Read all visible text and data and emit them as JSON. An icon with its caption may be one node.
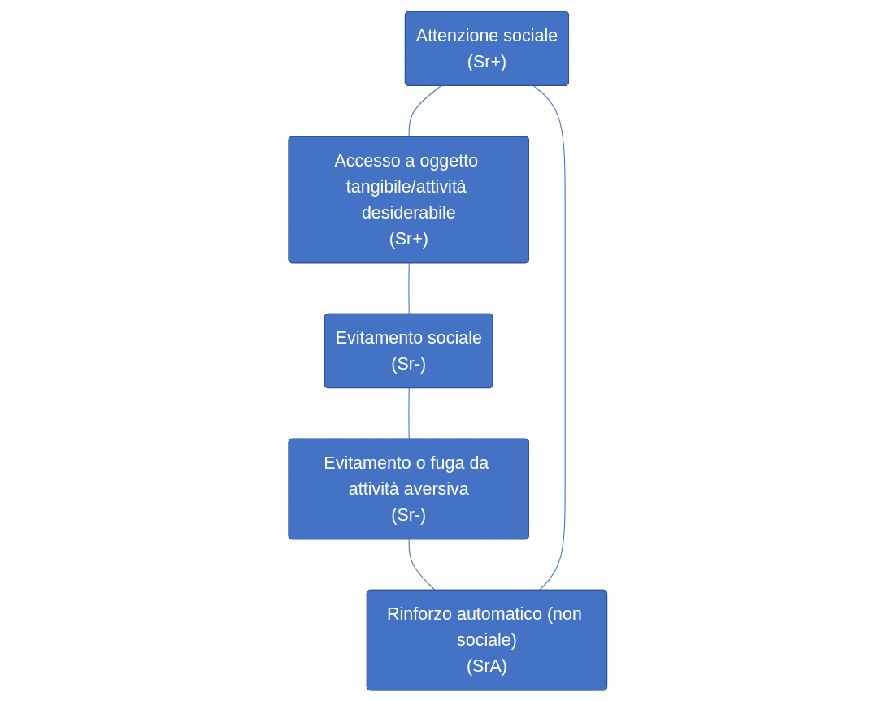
{
  "diagram": {
    "nodes": [
      {
        "text": [
          "Attenzione sociale",
          "(Sr+)"
        ]
      },
      {
        "text": [
          "Accesso a oggetto tangibile/attività desiderabile",
          "(Sr+)"
        ]
      },
      {
        "text": [
          "Evitamento sociale",
          "(Sr-)"
        ]
      },
      {
        "text": [
          "Evitamento o fuga da attività aversiva",
          "(Sr-)"
        ]
      },
      {
        "text": [
          "Rinforzo automatico (non sociale)",
          "(SrA)"
        ]
      }
    ],
    "edges": [
      {
        "from": 0,
        "to": 1,
        "arrow": "none"
      },
      {
        "from": 1,
        "to": 2,
        "arrow": "none"
      },
      {
        "from": 2,
        "to": 3,
        "arrow": "none"
      },
      {
        "from": 3,
        "to": 4,
        "arrow": "none"
      },
      {
        "from": 4,
        "to": 0,
        "arrow": "none"
      }
    ]
  }
}
